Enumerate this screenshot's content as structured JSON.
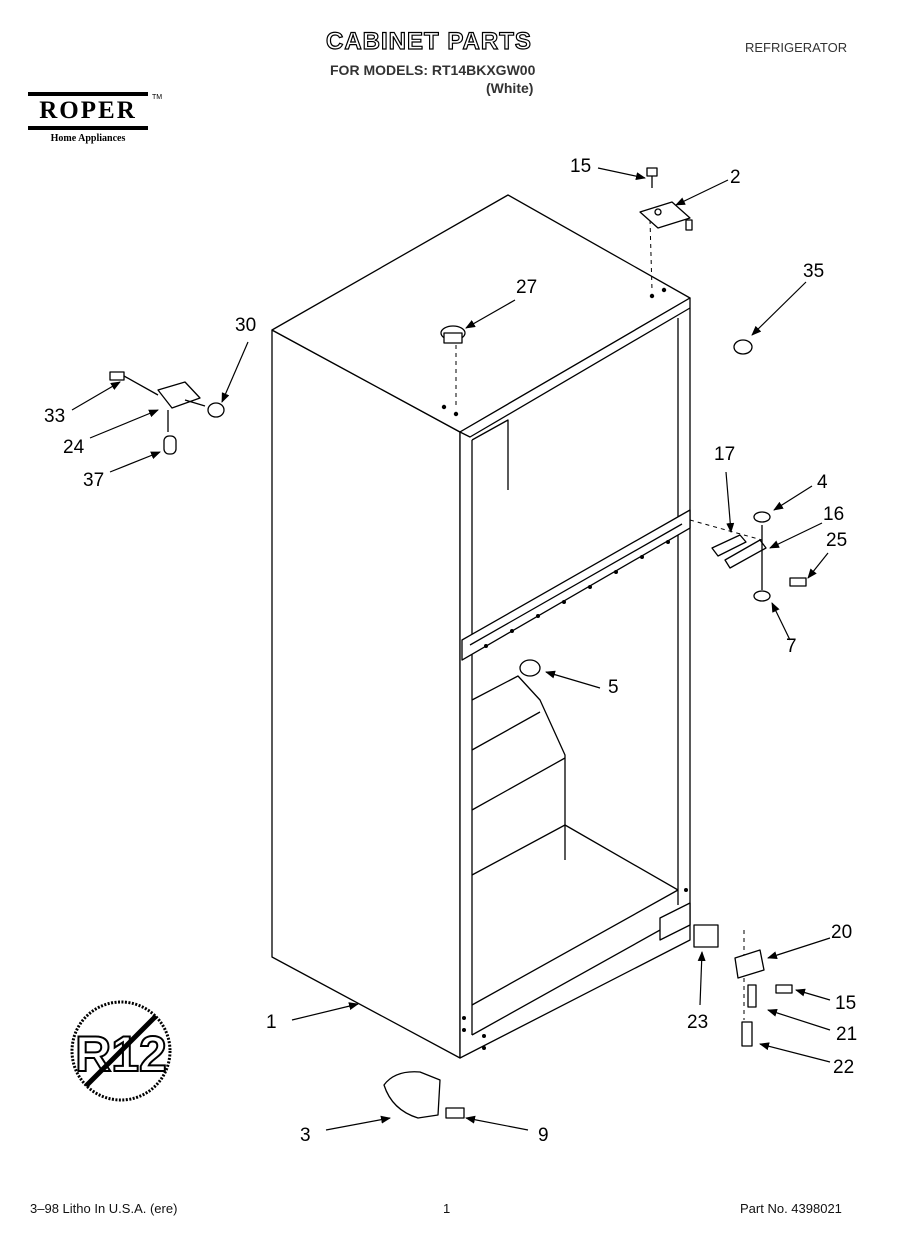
{
  "header": {
    "title": "CABINET PARTS",
    "models_line": "FOR MODELS: RT14BKXGW00",
    "variant": "(White)",
    "appliance": "REFRIGERATOR"
  },
  "brand": {
    "name": "ROPER",
    "tm": "TM",
    "subtitle": "Home Appliances"
  },
  "badge": {
    "text": "R12"
  },
  "callouts": {
    "c15_top": "15",
    "c2": "2",
    "c35": "35",
    "c27": "27",
    "c30": "30",
    "c33": "33",
    "c24": "24",
    "c37": "37",
    "c17": "17",
    "c4": "4",
    "c16": "16",
    "c25": "25",
    "c7": "7",
    "c5": "5",
    "c20": "20",
    "c15_bottom": "15",
    "c21": "21",
    "c22": "22",
    "c23": "23",
    "c1": "1",
    "c3": "3",
    "c9": "9"
  },
  "footer": {
    "left": "3–98 Litho In U.S.A. (ere)",
    "center": "1",
    "right": "Part No. 4398021"
  }
}
